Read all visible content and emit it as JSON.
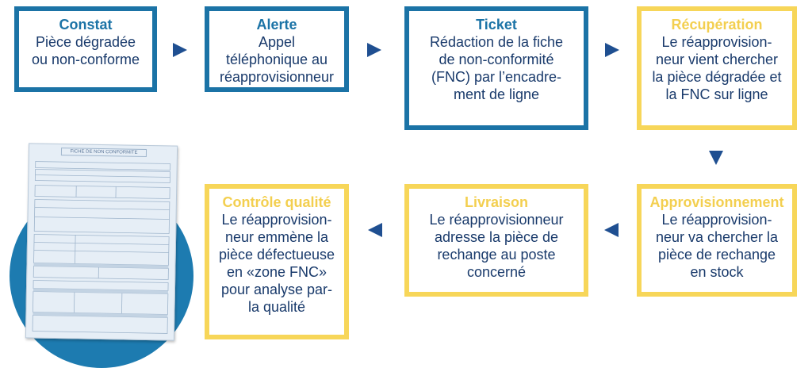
{
  "colors": {
    "blue": "#1b73a6",
    "yellow": "#f7d659",
    "text": "#193a6b",
    "arrow": "#1f4f91"
  },
  "steps": [
    {
      "title": "Constat",
      "body": "Pièce dégradée\nou non-conforme",
      "style": "blue"
    },
    {
      "title": "Alerte",
      "body": "Appel\ntéléphonique au\nréapprovisionneur",
      "style": "blue"
    },
    {
      "title": "Ticket",
      "body": "Rédaction de la fiche\nde non-conformité\n(FNC) par l’encadre-\nment de ligne",
      "style": "blue"
    },
    {
      "title": "Récupération",
      "body": "Le réapprovision-\nneur vient chercher\nla pièce dégradée et\nla FNC sur ligne",
      "style": "yellow"
    },
    {
      "title": "Approvisionnement",
      "body": "Le réapprovision-\nneur va chercher la\npièce de rechange\nen stock",
      "style": "yellow"
    },
    {
      "title": "Livraison",
      "body": "Le réapprovisionneur\nadresse la pièce de\nrechange au poste\nconcerné",
      "style": "yellow"
    },
    {
      "title": "Contrôle qualité",
      "body": "Le réapprovision-\nneur emmène la\npièce défectueuse\nen «zone FNC»\npour  analyse par-\nla qualité",
      "style": "yellow"
    }
  ],
  "form_image": {
    "title": "FICHE DE NON CONFORMITE"
  }
}
